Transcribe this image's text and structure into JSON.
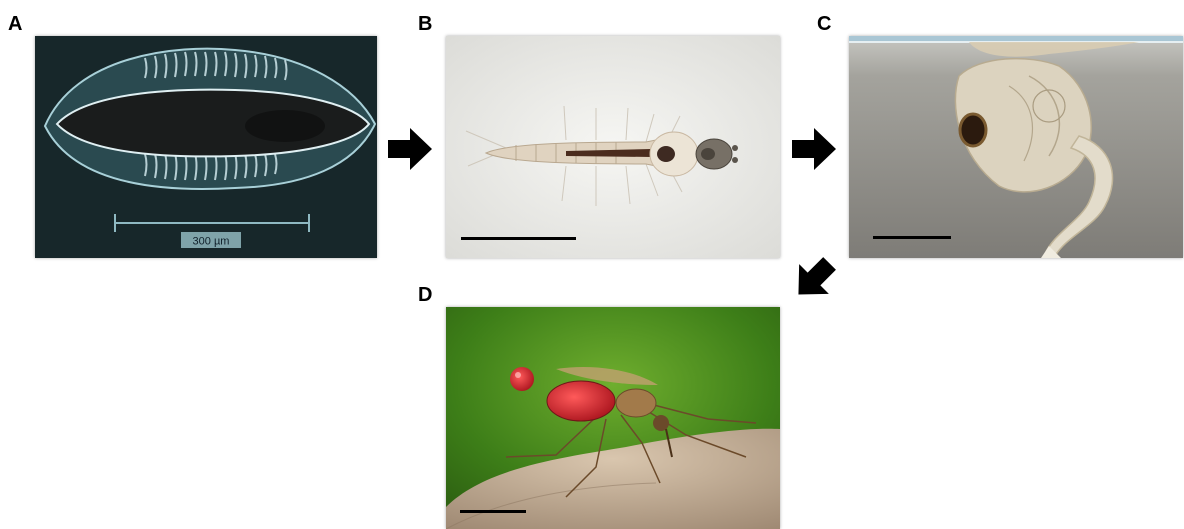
{
  "panels": [
    {
      "label": "A",
      "stage": "egg",
      "scale_bar_text": "300 µm"
    },
    {
      "label": "B",
      "stage": "larva"
    },
    {
      "label": "C",
      "stage": "pupa"
    },
    {
      "label": "D",
      "stage": "adult"
    }
  ],
  "colors": {
    "arrow": "#000000",
    "egg_background": "#1a2a2a",
    "egg_outline": "#a8d0d8",
    "larva_background": "#efefec",
    "pupa_background": "#8e8c87",
    "adult_background": "#3f8a1e",
    "blood": "#c81a22"
  }
}
